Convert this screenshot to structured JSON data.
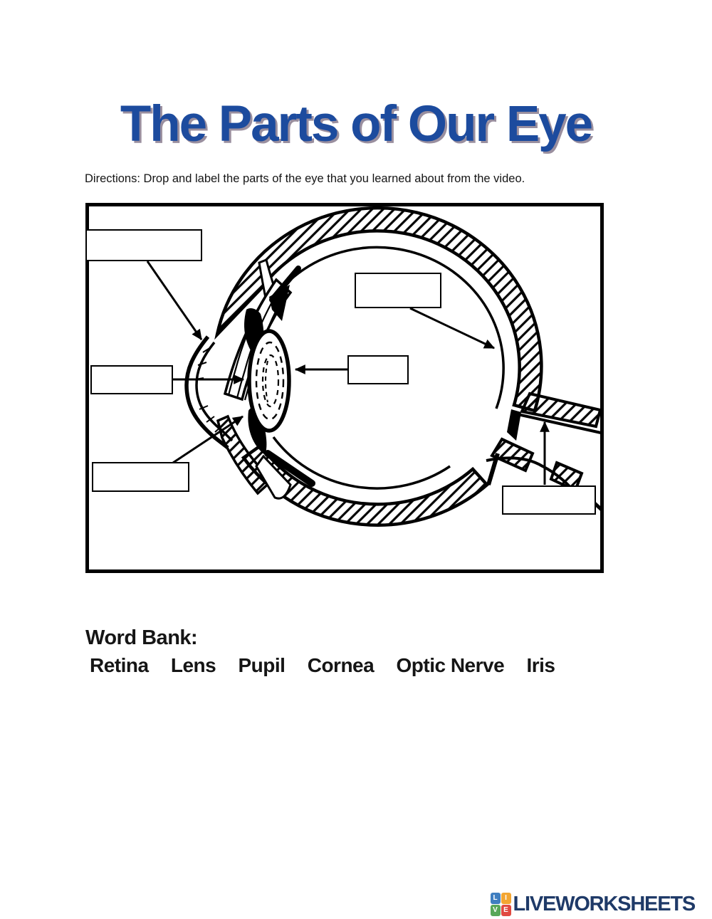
{
  "title": {
    "text": "The Parts of Our Eye"
  },
  "directions": {
    "text": "Directions: Drop and label the parts of the eye that you learned about from the video."
  },
  "diagram": {
    "type": "unlabeled cross-section line drawing of a human eye",
    "answer_boxes": [
      {
        "id": "box-1",
        "value": ""
      },
      {
        "id": "box-2",
        "value": ""
      },
      {
        "id": "box-3",
        "value": ""
      },
      {
        "id": "box-4",
        "value": ""
      },
      {
        "id": "box-5",
        "value": ""
      },
      {
        "id": "box-6",
        "value": ""
      }
    ]
  },
  "word_bank": {
    "heading": "Word Bank:",
    "words": [
      "Retina",
      "Lens",
      "Pupil",
      "Cornea",
      "Optic Nerve",
      "Iris"
    ]
  },
  "footer_logo": {
    "text": "LIVEWORKSHEETS",
    "tiles": [
      {
        "letter": "L",
        "color": "#3f7ec0"
      },
      {
        "letter": "I",
        "color": "#f3a633"
      },
      {
        "letter": "V",
        "color": "#58a758"
      },
      {
        "letter": "E",
        "color": "#e04a41"
      }
    ]
  },
  "colors": {
    "title_blue": "#1c4b9e",
    "title_shadow": "#9a8f9f",
    "ink": "#151515",
    "logo_navy": "#1f3a68"
  }
}
